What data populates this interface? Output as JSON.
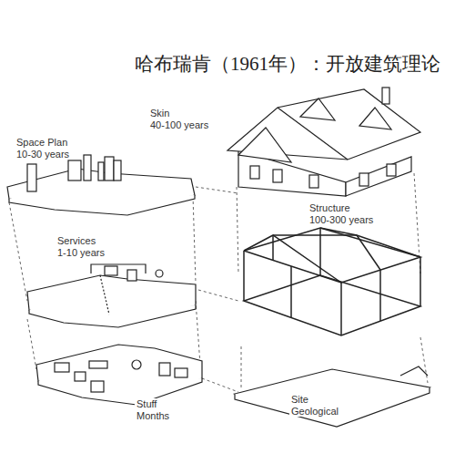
{
  "diagram": {
    "title": "哈布瑞肯（1961年）：开放建筑理论",
    "labels": [
      "Skin",
      "40-100 years",
      "Space Plan",
      "10-30 years",
      "Structure",
      "100-300 years",
      "Services",
      "1-10 years",
      "Stuff",
      "Months",
      "Site",
      "Geological"
    ]
  }
}
